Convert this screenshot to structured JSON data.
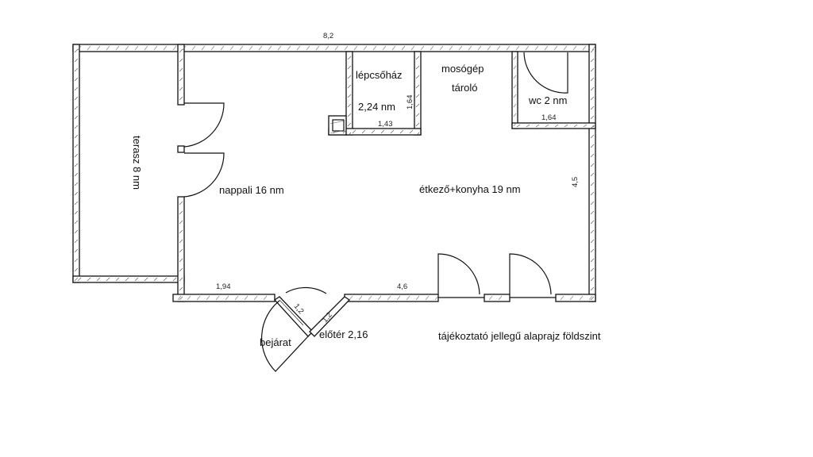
{
  "title": "tájékoztató jellegű alaprajz földszint",
  "rooms": {
    "terasz": "terasz 8 nm",
    "nappali": "nappali 16 nm",
    "lepcsohaz": "lépcsőház",
    "lepcsohaz_area": "2,24 nm",
    "mosogep_1": "mosógép",
    "mosogep_2": "tároló",
    "wc": "wc 2 nm",
    "etkezo": "étkező+konyha 19 nm",
    "eloter": "előtér 2,16",
    "bejarat": "bejárat"
  },
  "dimensions": {
    "top_width": "8,2",
    "stair_height": "1,64",
    "stair_width": "1,43",
    "wc_width": "1,64",
    "right_height": "4,5",
    "bottom_left": "1,94",
    "bottom_right": "4,6",
    "entry_a": "1,2",
    "entry_b": "1,2"
  }
}
